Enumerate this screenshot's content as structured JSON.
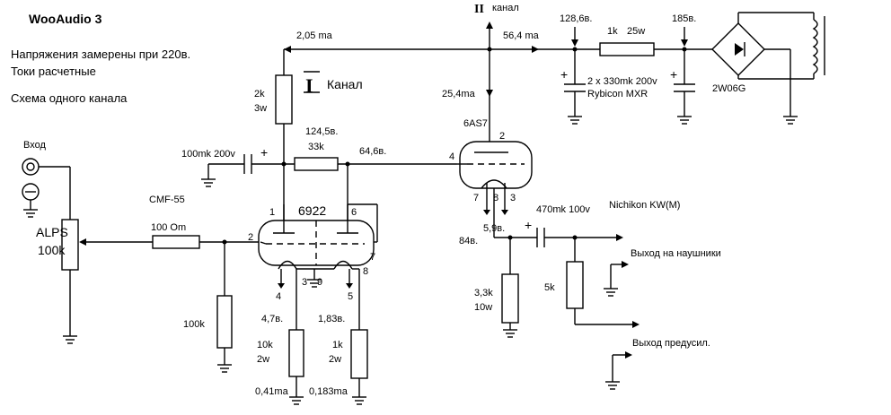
{
  "title": "WooAudio 3",
  "notes": {
    "line1": "Напряжения замерены при 220в.",
    "line2": "Токи расчетные",
    "line3": "Схема одного канала"
  },
  "channel": {
    "roman": "I",
    "label": "Канал",
    "roman_small": "II",
    "label_small": "канал"
  },
  "input": {
    "label": "Вход",
    "pot_name": "ALPS",
    "pot_value": "100k"
  },
  "components": {
    "cmf": "CMF-55",
    "r_input": "100 Om",
    "r_grid": "100k",
    "tube1": "6922",
    "tube2": "6AS7",
    "c_coupling": "100mk 200v",
    "r_33k": "33k",
    "r_2k": "2k",
    "r_2k_w": "3w",
    "r_10k": "10k",
    "r_10k_w": "2w",
    "r_1k": "1k",
    "r_1k_w": "2w",
    "r_33": "3,3k",
    "r_33_w": "10w",
    "r_5k": "5k",
    "c_out": "470mk 100v",
    "c_out_brand": "Nichikon KW(M)",
    "r_supply": "1k",
    "r_supply_w": "25w",
    "c_supply": "2 x 330mk 200v",
    "c_supply_brand": "Rybicon MXR",
    "bridge": "2W06G"
  },
  "measurements": {
    "i_2k": "2,05 ma",
    "i_supply": "56,4 ma",
    "i_6as7": "25,4ma",
    "v_128": "128,6в.",
    "v_185": "185в.",
    "v_124": "124,5в.",
    "v_64": "64,6в.",
    "v_47": "4,7в.",
    "v_183": "1,83в.",
    "i_041": "0,41ma",
    "i_0183": "0,183ma",
    "v_59": "5,9в.",
    "v_84": "84в."
  },
  "pins": {
    "t1_p1": "1",
    "t1_p2": "2",
    "t1_p6": "6",
    "t1_p7": "7",
    "t1_p4": "4",
    "t1_p3": "3",
    "t1_p9": "9",
    "t1_p8": "8",
    "t1_p5": "5",
    "t2_p2": "2",
    "t2_p4": "4",
    "t2_p7": "7",
    "t2_p8": "8",
    "t2_p3": "3"
  },
  "outputs": {
    "headphones": "Выход на наушники",
    "preamp": "Выход предусил."
  }
}
